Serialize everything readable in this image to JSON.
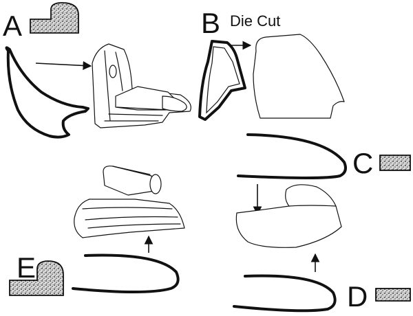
{
  "labels": {
    "a": "A",
    "b": "B",
    "b_caption": "Die  Cut",
    "c": "C",
    "d": "D",
    "e": "E"
  }
}
